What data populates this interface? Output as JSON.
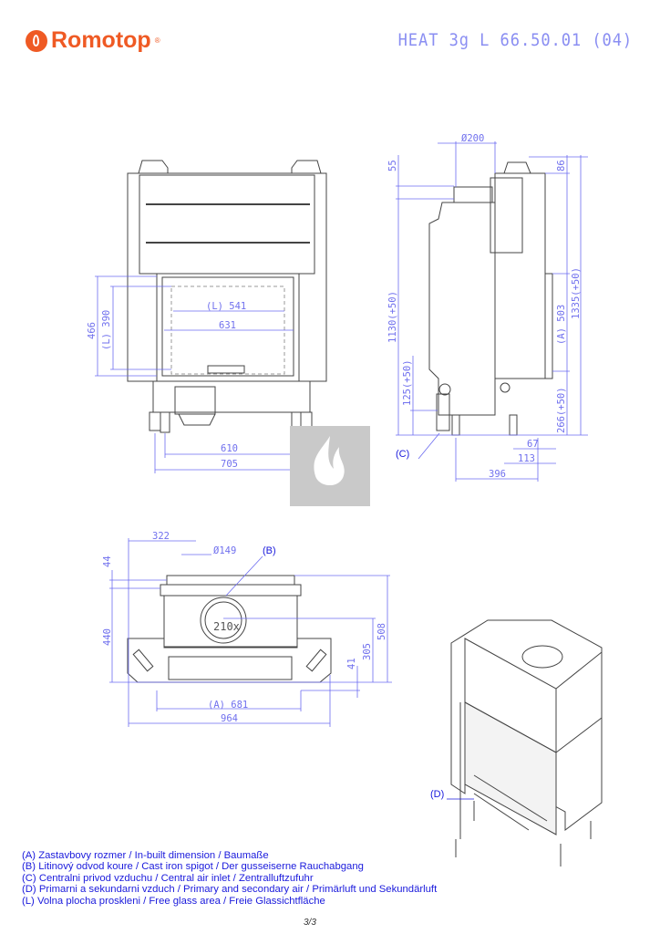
{
  "header": {
    "logo_text": "Romotop",
    "registered": "®",
    "document_code": "HEAT 3g L 66.50.01 (04)"
  },
  "front_view": {
    "dims": {
      "glass_width_l": "(L) 541",
      "opening_width": "631",
      "height_466": "466",
      "glass_height_l": "(L) 390",
      "feet_inner": "610",
      "feet_outer": "705"
    }
  },
  "side_view": {
    "dims": {
      "flue_diameter": "Ø200",
      "top_offset": "55",
      "height_1130": "1130(+50)",
      "height_125": "125(+50)",
      "top_86": "86",
      "built_in_503": "(A) 503",
      "height_1335": "1335(+50)",
      "height_266": "266(+50)",
      "d67": "67",
      "d113": "113",
      "d396": "396"
    },
    "callout_c": "(C)"
  },
  "top_view": {
    "dims": {
      "d322": "322",
      "spigot_diameter": "Ø149",
      "d44": "44",
      "d440": "440",
      "d508": "508",
      "d305": "305",
      "d41": "41",
      "built_in_681": "(A) 681",
      "d964": "964",
      "spigot_label": "210x"
    },
    "callout_b": "(B)"
  },
  "iso_view": {
    "callout_d": "(D)"
  },
  "legend": [
    "(A)  Zastavbovy rozmer / In-built dimension / Baumaße",
    "(B)  Litinový odvod koure / Cast iron spigot / Der gusseiserne Rauchabgang",
    "(C)  Centralni privod vzduchu / Central air inlet / Zentralluftzufuhr",
    "(D)  Primarni a sekundarni vzduch / Primary and secondary air / Primärluft und Sekundärluft",
    "(L)  Volna plocha proskleni / Free glass area / Freie Glassichtfläche"
  ],
  "footer": {
    "page": "3/3"
  },
  "colors": {
    "brand": "#ef5a24",
    "dimension": "#7070ee",
    "callout": "#1a1adc"
  }
}
